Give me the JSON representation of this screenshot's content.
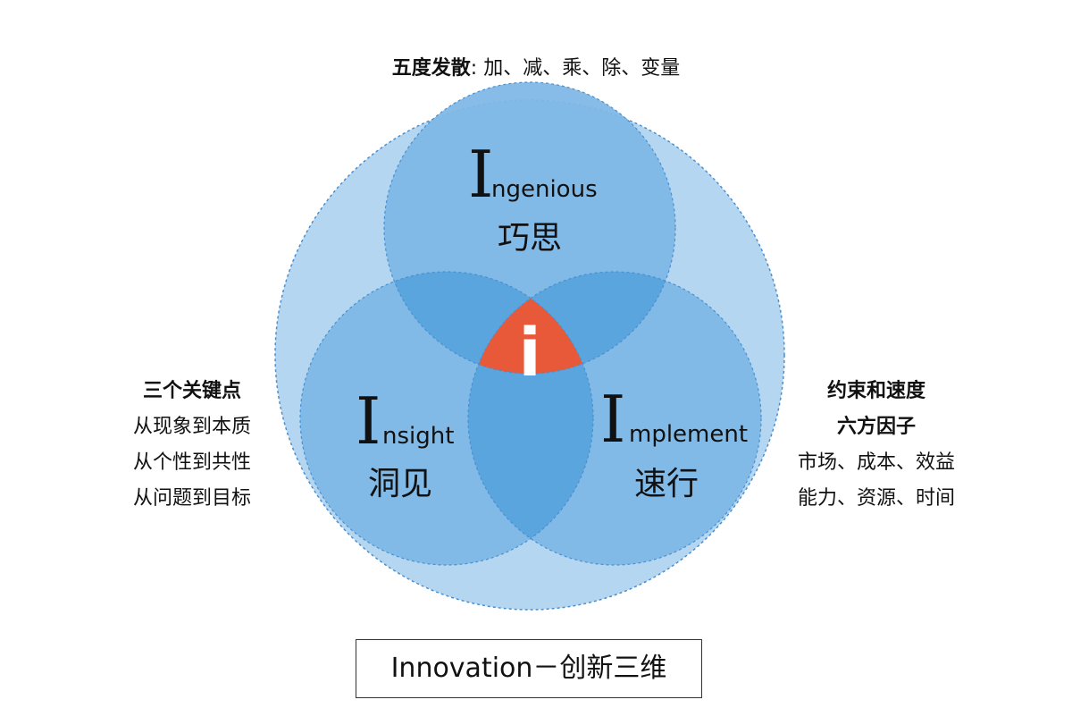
{
  "top_note": {
    "label": "五度发散",
    "sep": ":",
    "items": "加、减、乘、除、变量"
  },
  "circles": {
    "ingenious": {
      "initial": "I",
      "rest": "ngenious",
      "cn": "巧思"
    },
    "insight": {
      "initial": "I",
      "rest": "nsight",
      "cn": "洞见"
    },
    "implement": {
      "initial": "I",
      "rest": "mplement",
      "cn": "速行"
    },
    "center": "i"
  },
  "left_notes": {
    "head": "三个关键点",
    "lines": [
      "从现象到本质",
      "从个性到共性",
      "从问题到目标"
    ]
  },
  "right_notes": {
    "head1": "约束和速度",
    "head2": "六方因子",
    "lines": [
      "市场、成本、效益",
      "能力、资源、时间"
    ]
  },
  "footer": "Innovation－创新三维",
  "colors": {
    "outer": "#b5d6f0",
    "circle": "#7fb8e6",
    "overlap": "#5aa5de",
    "stroke": "#4a8fcf",
    "center": "#e8593a"
  }
}
